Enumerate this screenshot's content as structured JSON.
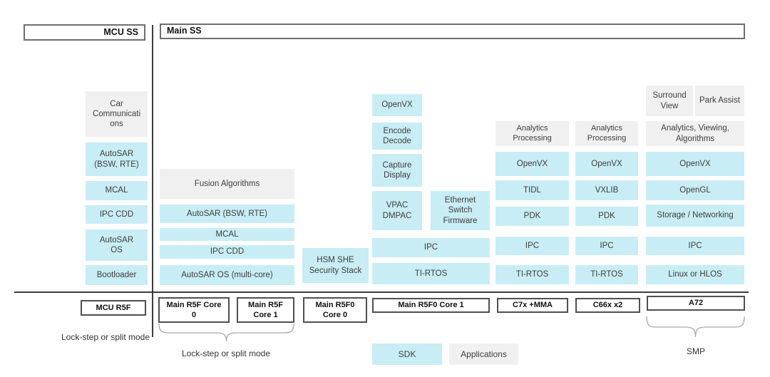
{
  "headers": {
    "mcu": "MCU SS",
    "main": "Main SS"
  },
  "mcu_column": {
    "app": "Car Communications",
    "rows": [
      "AutoSAR (BSW, RTE)",
      "MCAL",
      "IPC CDD",
      "AutoSAR OS",
      "Bootloader"
    ]
  },
  "main_r5f_column": {
    "app": "Fusion Algorithms",
    "rows": [
      "AutoSAR (BSW, RTE)",
      "MCAL",
      "IPC CDD",
      "AutoSAR OS (multi-core)"
    ]
  },
  "hsm_block": "HSM SHE Security Stack",
  "main_r5f0_column": {
    "openvx": "OpenVX",
    "encode_decode": "Encode Decode",
    "capture_display": "Capture Display",
    "vpac_dmpac": "VPAC DMPAC",
    "ethernet": "Ethernet Switch Firmware",
    "ipc": "IPC",
    "rtos": "TI-RTOS"
  },
  "c7x_column": {
    "app": "Analytics Processing",
    "rows": [
      "OpenVX",
      "TIDL",
      "PDK",
      "IPC",
      "TI-RTOS"
    ]
  },
  "c66x_column": {
    "app": "Analytics Processing",
    "rows": [
      "OpenVX",
      "VXLIB",
      "PDK",
      "IPC",
      "TI-RTOS"
    ]
  },
  "a72_column": {
    "surround_view": "Surround View",
    "park_assist": "Park Assist",
    "app": "Analytics, Viewing, Algorithms",
    "rows": [
      "OpenVX",
      "OpenGL",
      "Storage / Networking",
      "IPC",
      "Linux or HLOS"
    ]
  },
  "cpus": {
    "mcu_r5f": "MCU R5F",
    "main_r5f_core0": "Main R5F Core 0",
    "main_r5f_core1": "Main R5F Core 1",
    "main_r5f0_core0": "Main R5F0 Core 0",
    "main_r5f0_core1": "Main R5F0 Core 1",
    "c7x": "C7x +MMA",
    "c66x": "C66x x2",
    "a72": "A72"
  },
  "annotations": {
    "mcu_mode": "Lock-step or split mode",
    "main_r5f_mode": "Lock-step or split mode",
    "smp": "SMP"
  },
  "legend": {
    "sdk": "SDK",
    "applications": "Applications"
  },
  "colors": {
    "sdk_fill": "#c8edf5",
    "application_fill": "#f0f0f0"
  }
}
